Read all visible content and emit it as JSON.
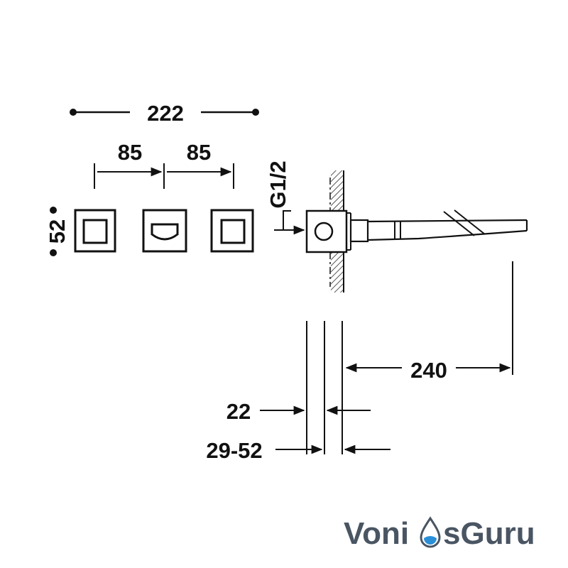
{
  "dimensions": {
    "total_width": "222",
    "spacing_left": "85",
    "spacing_right": "85",
    "plate_height": "52",
    "thread": "G1/2",
    "spout_length": "240",
    "plate_depth": "22",
    "wall_range": "29-52"
  },
  "logo": {
    "part1": "Voni",
    "part2": "sGuru",
    "text_color": "#4a5563",
    "drop_color": "#2a8fd6"
  },
  "colors": {
    "line": "#111111"
  }
}
